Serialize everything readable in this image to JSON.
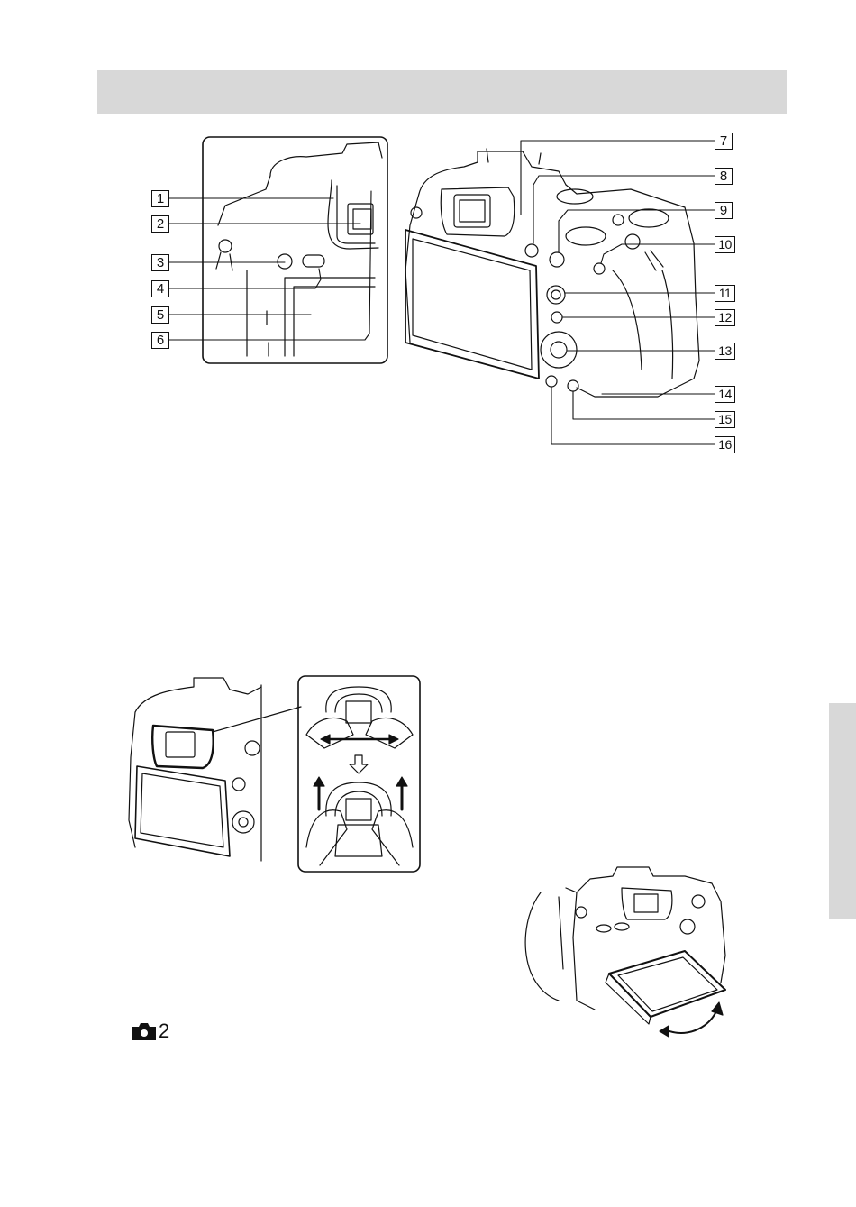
{
  "header": {
    "band_color": "#d8d8d8"
  },
  "side_tab": {
    "color": "#d8d8d8"
  },
  "callouts": [
    "1",
    "2",
    "3",
    "4",
    "5",
    "6",
    "7",
    "8",
    "9",
    "10",
    "11",
    "12",
    "13",
    "14",
    "15",
    "16"
  ],
  "mode_label": {
    "icon": "camera-icon",
    "number": "2"
  },
  "figures": {
    "camera_rear": "camera-rear-parts-illustration",
    "eyecup": "eyecup-removal-illustration",
    "monitor": "monitor-tilt-illustration"
  }
}
